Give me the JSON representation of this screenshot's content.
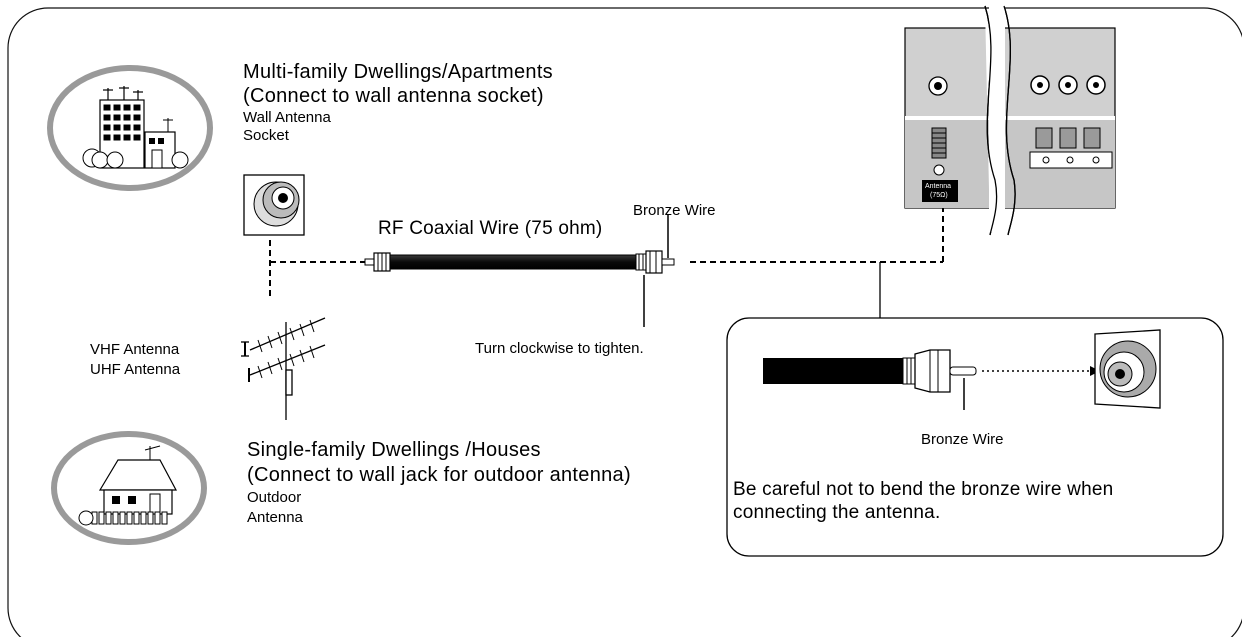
{
  "labels": {
    "multi_family_title": "Multi-family Dwellings/Apartments",
    "multi_family_sub": "(Connect to wall antenna socket)",
    "wall_antenna": "Wall Antenna",
    "socket": "Socket",
    "rf_coaxial": "RF Coaxial Wire (75 ohm)",
    "bronze_wire_top": "Bronze Wire",
    "turn_clockwise": "Turn clockwise to tighten.",
    "vhf_antenna": "VHF Antenna",
    "uhf_antenna": "UHF Antenna",
    "single_family_title": "Single-family Dwellings /Houses",
    "single_family_sub": "(Connect to wall jack for outdoor antenna)",
    "outdoor": "Outdoor",
    "antenna": "Antenna",
    "tv_antenna_label": "Antenna",
    "tv_antenna_ohm": "(75Ω)",
    "inset_bronze_wire": "Bronze Wire",
    "caution_line1": "Be careful not to bend the bronze wire when",
    "caution_line2": "connecting the antenna."
  }
}
